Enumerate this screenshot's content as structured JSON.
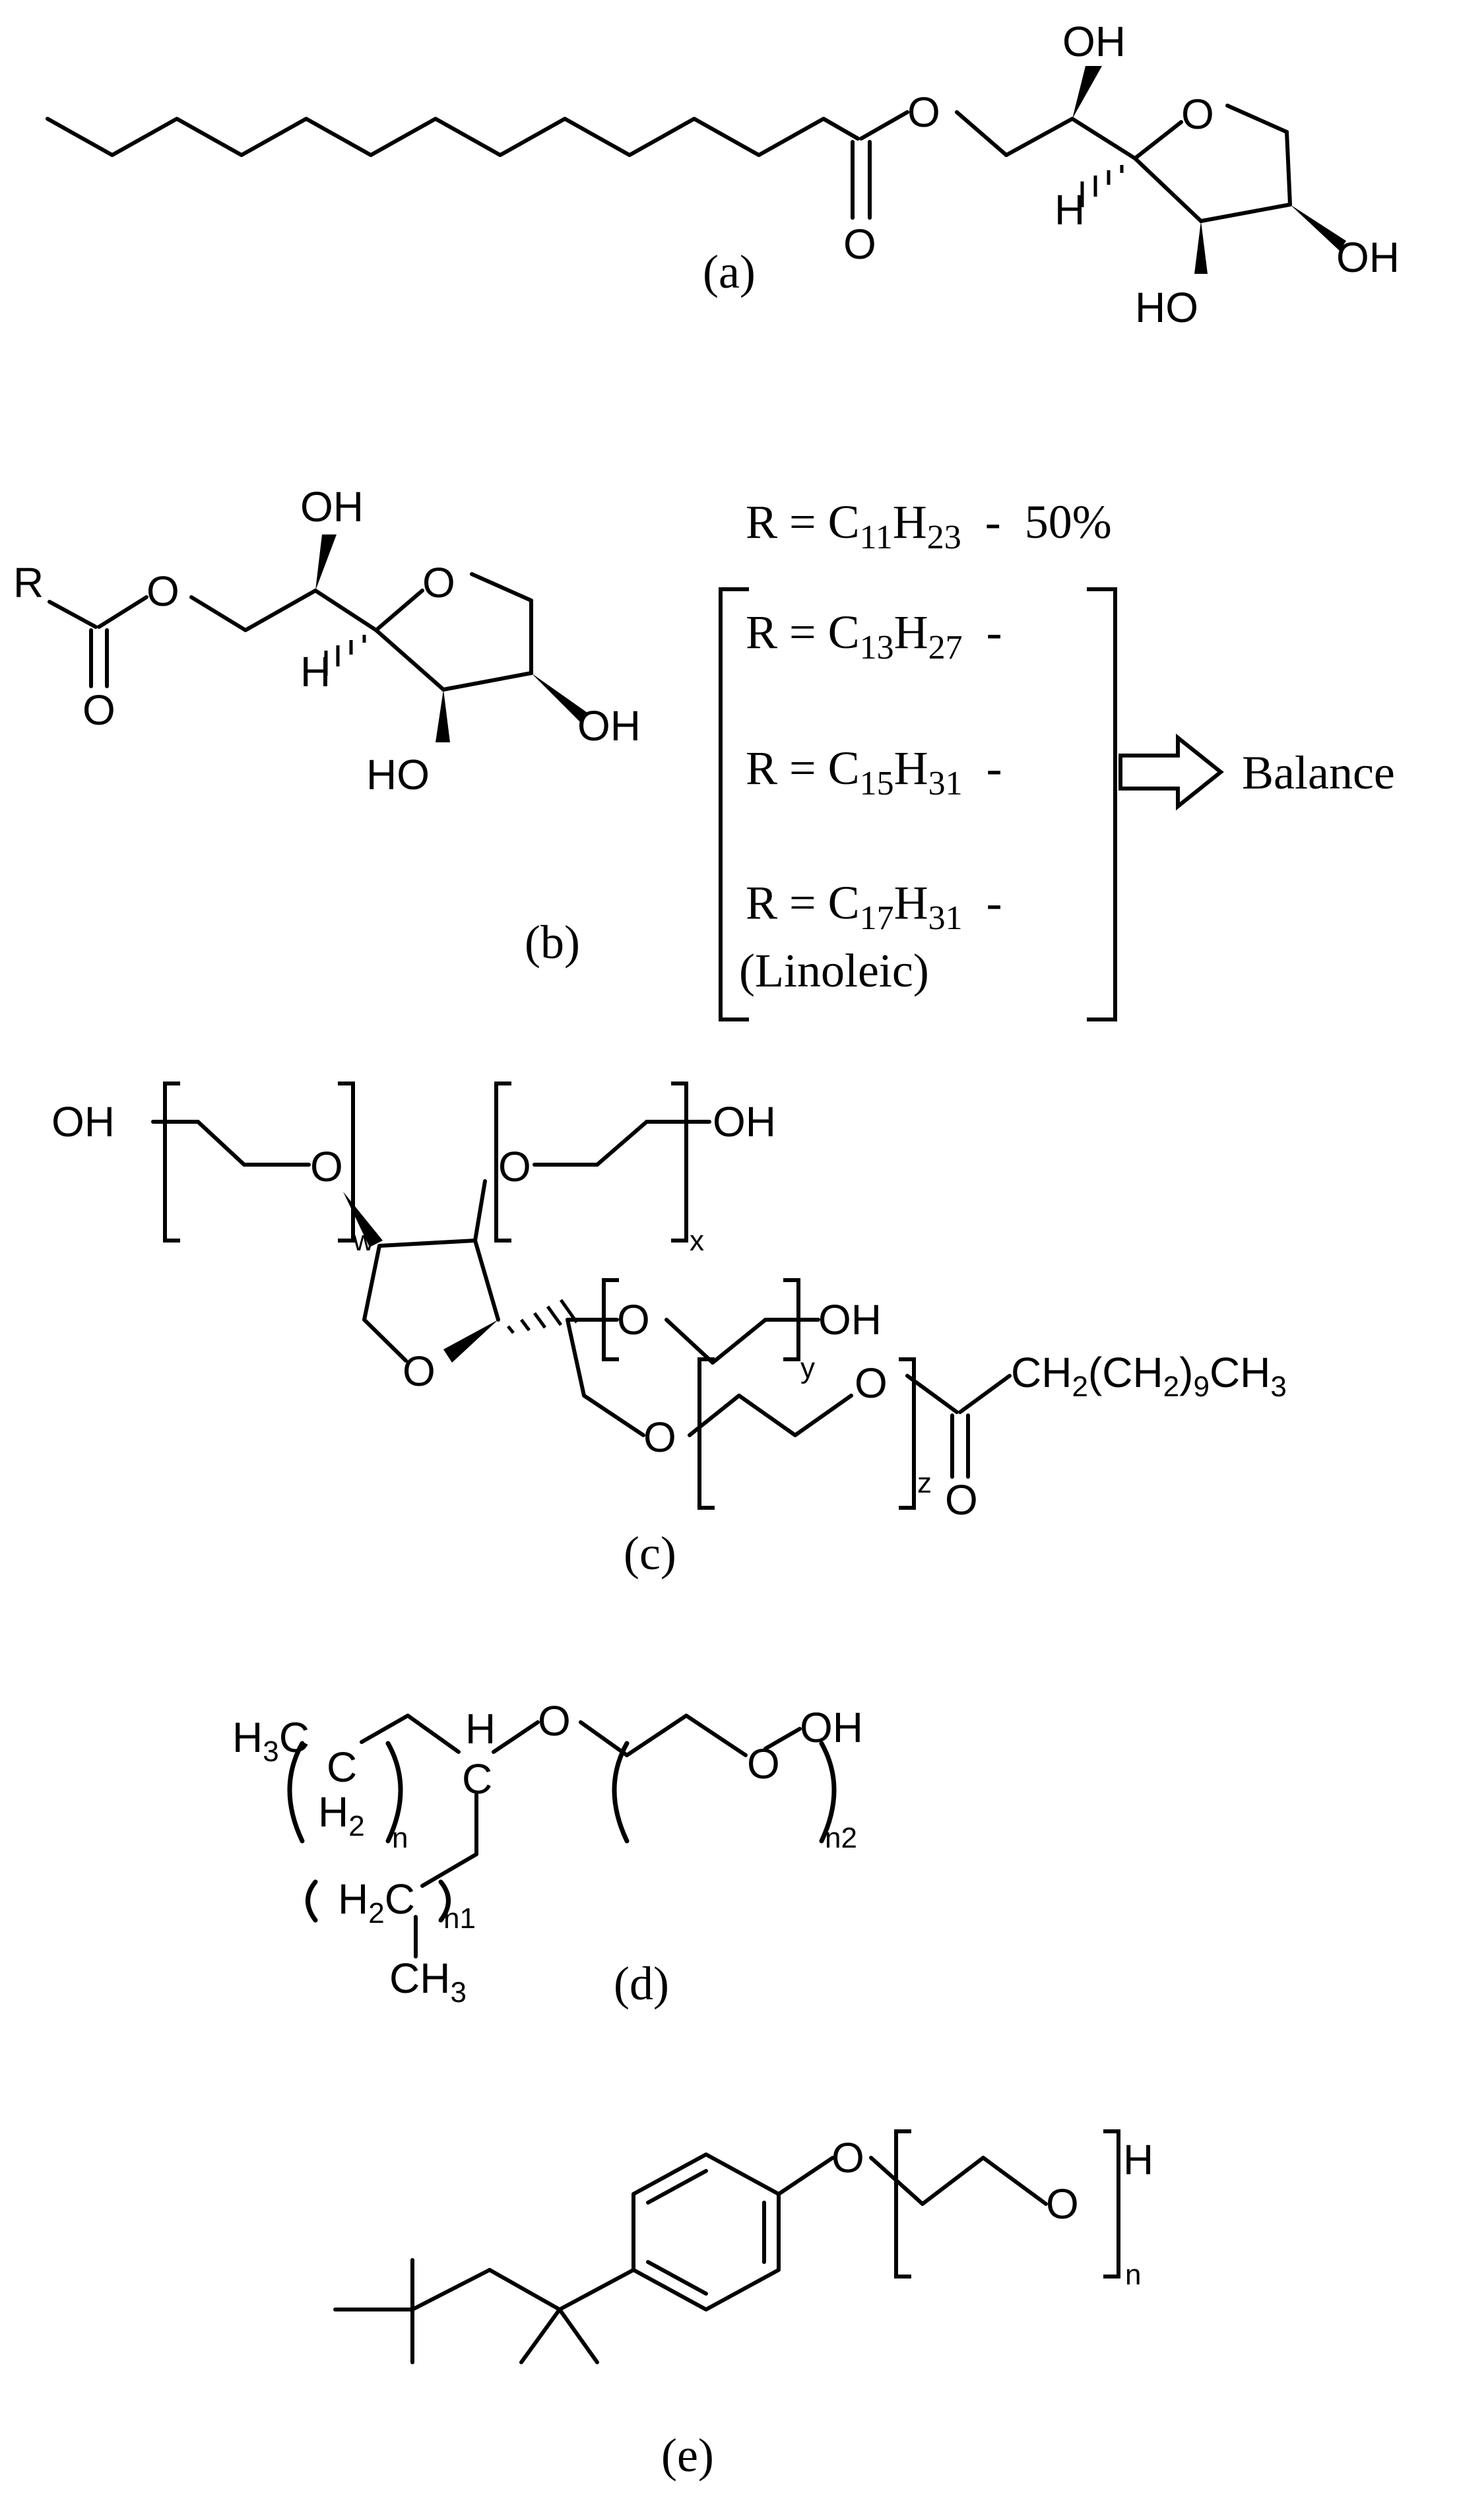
{
  "panels": {
    "a": {
      "caption": "(a)",
      "atoms": {
        "o_ester": "O",
        "o_carbonyl": "O",
        "o_ring": "O",
        "oh_top": "OH",
        "h": "H",
        "oh_right": "OH",
        "ho_bottom": "HO"
      }
    },
    "b": {
      "caption": "(b)",
      "atoms": {
        "r": "R",
        "o_ester": "O",
        "o_carbonyl": "O",
        "o_ring": "O",
        "oh_top": "OH",
        "h": "H",
        "oh_right": "OH",
        "ho_bottom": "HO"
      },
      "composition": [
        {
          "prefix": "R = C",
          "sub1": "11",
          "mid": "H",
          "sub2": "23",
          "suffix": "  -  50%"
        },
        {
          "prefix": "R = C",
          "sub1": "13",
          "mid": "H",
          "sub2": "27",
          "suffix": "  -"
        },
        {
          "prefix": "R = C",
          "sub1": "15",
          "mid": "H",
          "sub2": "31",
          "suffix": "  -"
        },
        {
          "prefix": "R = C",
          "sub1": "17",
          "mid": "H",
          "sub2": "31",
          "suffix": "  -"
        }
      ],
      "linoleic": "(Linoleic)",
      "balance": "Balance"
    },
    "c": {
      "caption": "(c)",
      "atoms": {
        "oh_left": "OH",
        "o1": "O",
        "sub_w": "w",
        "o2": "O",
        "oh2": "OH",
        "sub_x": "x",
        "o3": "O",
        "oh3": "OH",
        "sub_y": "y",
        "o_ring": "O",
        "o4": "O",
        "o5": "O",
        "sub_z": "z",
        "o_carbonyl": "O"
      },
      "chain": {
        "ch": "CH",
        "s1": "2",
        "mid": "(CH",
        "s2": "2",
        "close": ")",
        "s3": "9",
        "end": "CH",
        "s4": "3"
      }
    },
    "d": {
      "caption": "(d)",
      "atoms": {
        "h3c": "H",
        "h3c_sub": "3",
        "h3c_c": "C",
        "c1": "C",
        "h2": "H",
        "h2_sub": "2",
        "n": "n",
        "h_top": "H",
        "c_center": "C",
        "o1": "O",
        "o2": "O",
        "oh": "OH",
        "n2": "n2",
        "h2c": "H",
        "h2c_sub": "2",
        "h2c_c": "C",
        "n1": "n1",
        "ch3": "CH",
        "ch3_sub": "3"
      }
    },
    "e": {
      "caption": "(e)",
      "atoms": {
        "o1": "O",
        "o2": "O",
        "h": "H",
        "n": "n"
      }
    }
  }
}
